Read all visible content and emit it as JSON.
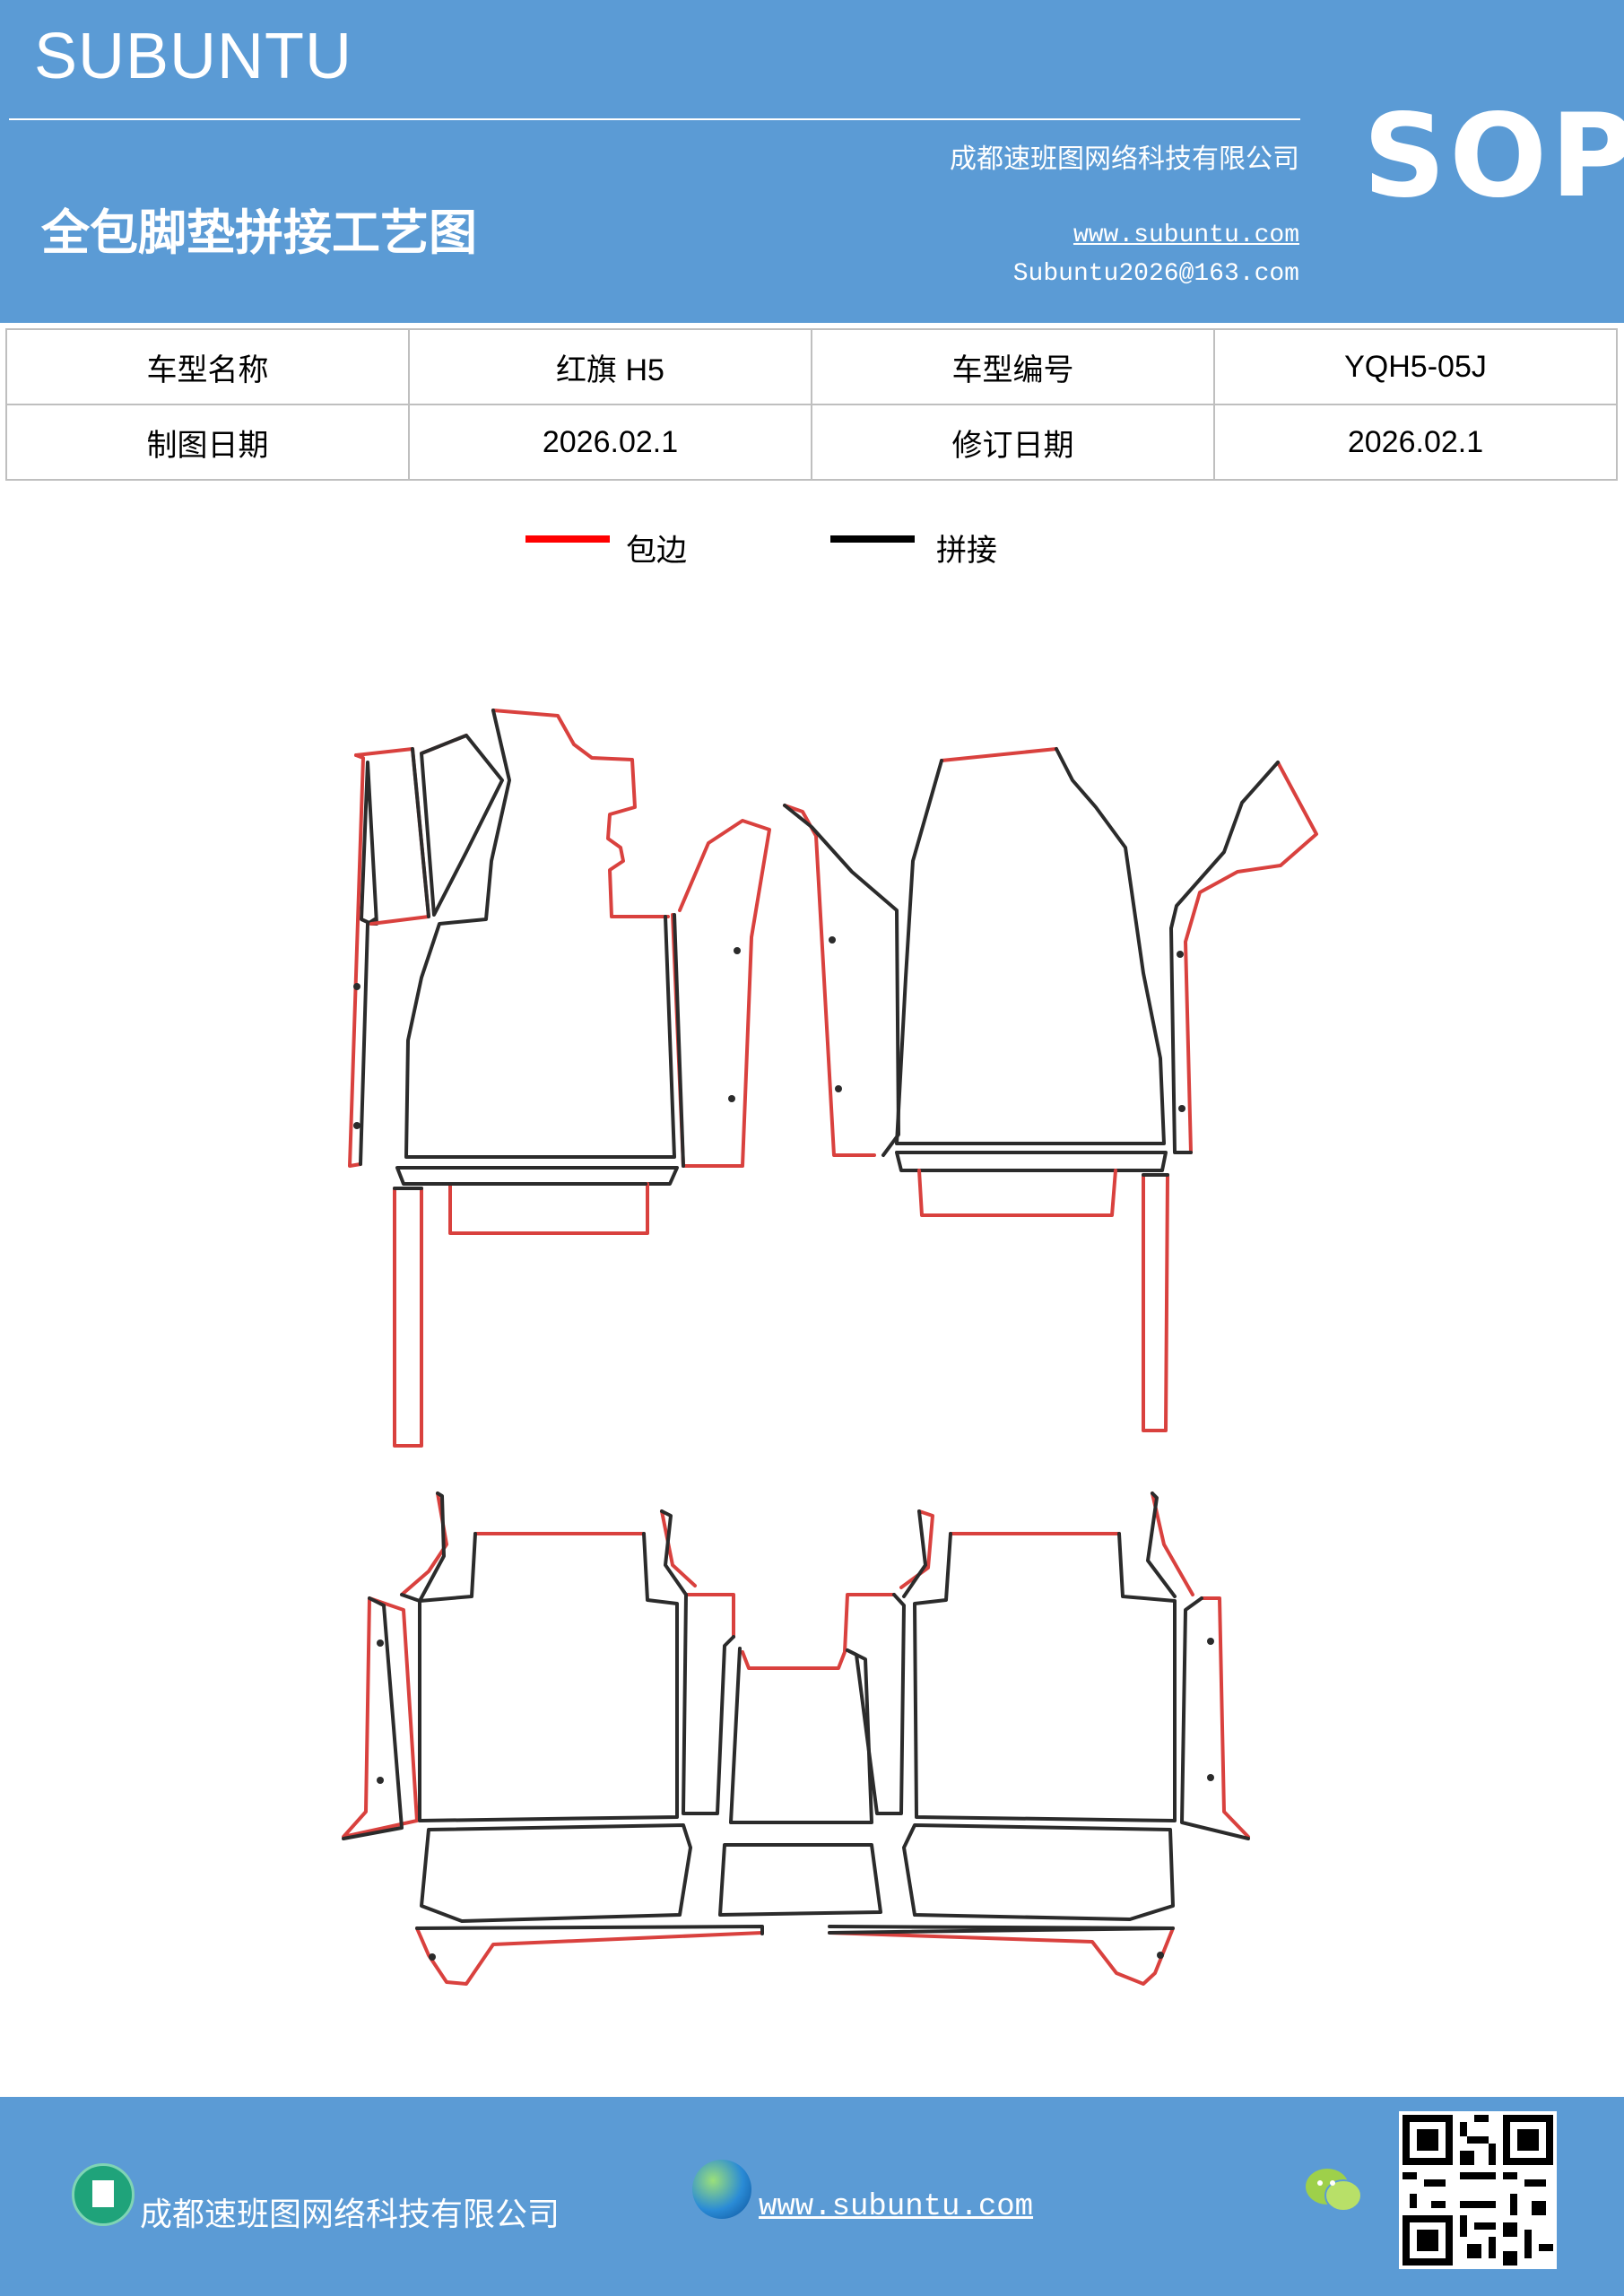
{
  "header": {
    "brand": "SUBUNTU",
    "company": "成都速班图网络科技有限公司",
    "title": "全包脚垫拼接工艺图",
    "website": "www.subuntu.com",
    "email": "Subuntu2026@163.com",
    "badge": "SOP"
  },
  "info": {
    "model_name_label": "车型名称",
    "model_name": "红旗 H5",
    "model_code_label": "车型编号",
    "model_code": "YQH5-05J",
    "draw_date_label": "制图日期",
    "draw_date": "2026.02.1",
    "revise_date_label": "修订日期",
    "revise_date": "2026.02.1"
  },
  "legend": {
    "edge_label": "包边",
    "edge_color": "#ff0000",
    "joint_label": "拼接",
    "joint_color": "#000000"
  },
  "footer": {
    "company": "成都速班图网络科技有限公司",
    "url": "www.subuntu.com",
    "building_icon": "building-icon",
    "globe_icon": "globe-icon",
    "wechat_icon": "wechat-icon",
    "qr_code": "qr-code"
  },
  "colors": {
    "header_bg": "#5b9bd5",
    "outline_red": "#d9413e",
    "outline_dark": "#2b2b2b"
  }
}
